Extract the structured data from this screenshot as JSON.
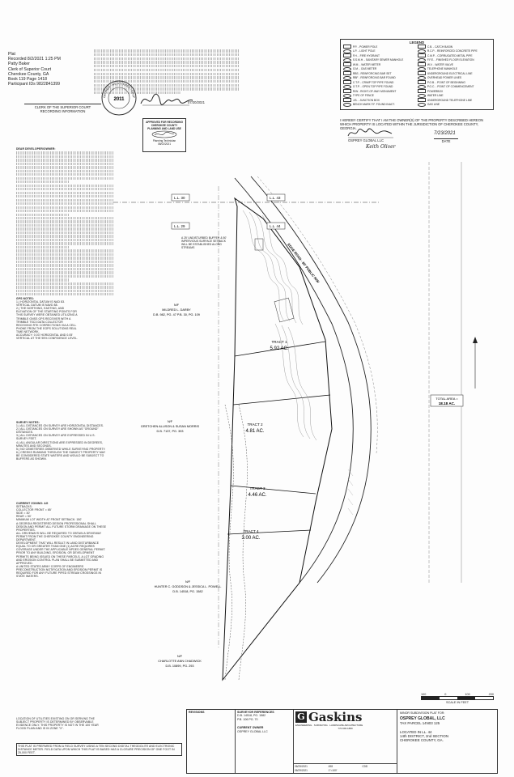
{
  "recording": {
    "lines": [
      "Plat",
      "Recorded 8/2/2021 1:25 PM",
      "Patty Baker",
      "Clerk of Superior Court",
      "Cherokee County, GA",
      "Book 119 Page 1418",
      "Participant IDs 9822841399"
    ]
  },
  "seal": {
    "text": "GEORGIA · REGISTERED · PROFESSIONAL LAND SURVEYOR",
    "number": "2011"
  },
  "signature_date": "07/20/2021",
  "clerk_caption": [
    "CLERK OF THE SUPERIOR COURT",
    "RECORDING INFORMATION"
  ],
  "approval_box": {
    "title": "APPROVED FOR RECORDING CHEROKEE COUNTY PLANNING AND LAND USE",
    "name": "Planning Technician",
    "date": "08/02/2021"
  },
  "owner_cert": {
    "text": "I HEREBY CERTIFY THAT I AM THE OWNER(S) OF THE PROPERTY DESCRIBED HEREON WHICH PROPERTY IS LOCATED WITHIN THE JURISDICTION OF CHEROKEE COUNTY, GEORGIA.",
    "owner": "OSPREY GLOBAL LLC",
    "printed_name": "Keith Oliver",
    "date": "7/23/2021",
    "date_label": "DATE"
  },
  "legend": {
    "title": "LEGEND",
    "rows": [
      [
        "P.P. - POWER POLE",
        "C.B. - CATCH BASIN"
      ],
      [
        "L.P. - LIGHT POLE",
        "R.C.P. - REINFORCED CONCRETE PIPE"
      ],
      [
        "F.H. - FIRE HYDRANT",
        "C.M.P. - CORRUGATED METAL PIPE"
      ],
      [
        "S.S.M.H. - SANITARY SEWER MANHOLE",
        "F.F.E. - FINISHED FLOOR ELEVATION"
      ],
      [
        "W.M. - WATER METER",
        "W.V. - WATER VALVE"
      ],
      [
        "G.M. - GAS METER",
        "TELEPHONE MANHOLE"
      ],
      [
        "RBS - REINFORCING BAR SET",
        "UNDERGROUND ELECTRICAL LINE"
      ],
      [
        "RBF - REINFORCING BAR FOUND",
        "OVERHEAD POWER LINES"
      ],
      [
        "C.T.P. - CRIMP TOP PIPE FOUND",
        "P.O.B. - POINT OF BEGINNING"
      ],
      [
        "O.T.P. - OPEN TOP PIPE FOUND",
        "P.O.C. - POINT OF COMMENCEMENT"
      ],
      [
        "R/W - RIGHT-OF-WAY MONUMENT",
        "POWERBOX"
      ],
      [
        "TYPE OF FENCE",
        "WATER LINE"
      ],
      [
        "J.B. - JUNCTION BOX",
        "UNDERGROUND TELEPHONE LINE"
      ],
      [
        "BENCH MARK F.F. FOUND INACT.",
        "GAS LINE"
      ]
    ]
  },
  "notes": {
    "fire_marshal_heading": "DEAR DEVELOPER/OWNER:",
    "gps_heading": "GPS NOTES:",
    "gps": [
      "1.) HORIZONTAL DATUM IS NAD 83.",
      "VERTICAL DATUM IS NAVD 88.",
      "2.) THE NORTHING, EASTING, AND ELEVATION OF THE STARTING POINTS FOR THIS SURVEY WERE OBTAINED UTILIZING A TRIMBLE GNSS GPS RECEIVER WITH A TRIMBLE TSC3 DATA COLLECTOR RECEIVING RTK CORRECTIONS VIA A CELL PHONE FROM THE EGPS SOLUTIONS REAL TIME NETWORK.",
      "ACCURACY: 0.03' HORIZONTAL AND 0.05' VERTICAL AT THE 95% CONFIDENCE LEVEL."
    ],
    "survey_heading": "SURVEY NOTES:",
    "survey": [
      "1.) ALL DISTANCES ON SURVEY ARE HORIZONTAL DISTANCES.",
      "2.) ALL DISTANCES ON SURVEY ARE SHOWN AS \"GROUND\" DISTANCES.",
      "3.) ALL DISTANCES ON SURVEY ARE EXPRESSED IN U.S. SURVEY FEET.",
      "4.) ALL ANGULAR DIRECTIONS ARE EXPRESSED IN DEGREES, MINUTES AND SECONDS.",
      "5.) NO CEMETERIES OBSERVED WHILE SURVEYING PROPERTY.",
      "6.) CREEKS RUNNING THROUGH THE SUBJECT PROPERTY MAY BE CONSIDERED STATE WATERS AND WOULD BE SUBJECT TO BUFFERS AS SHOWN."
    ],
    "zoning_heading": "CURRENT ZONING: AG",
    "zoning": [
      "SETBACKS:",
      "COLLECTOR FRONT = 65'",
      "SIDE = 30'",
      "REAR = 50'",
      "MINIMUM LOT WIDTH AT FRONT SETBACK: 150'",
      "A GEORGIA REGISTERED DESIGN PROFESSIONAL SHALL DESIGN AND PERMIT ALL FUTURE STORM DRAINAGE ON THESE PROPERTIES.",
      "ALL DRIVEWAYS WILL BE REQUIRED TO OBTAIN A DRIVEWAY PERMIT FROM THE CHEROKEE COUNTY ENGINEERING DEPARTMENT.",
      "DEVELOPMENT THAT WILL RESULT IN LAND DISTURBANCE EQUAL TO OR GREATER THAN ONE (1) ACRE REQUIRES COVERAGE UNDER THE APPLICABLE NPDES GENERAL PERMIT.",
      "PRIOR TO ANY BUILDING, EROSION, OR DEVELOPMENT PERMITS BEING ISSUED ON THESE PARCELS, A LOT GRADING AND EROSION CONTROL PLAN SHALL BE SUBMITTED AND APPROVED.",
      "A UNITED STATES ARMY CORPS OF ENGINEERS PRECONSTRUCTION NOTIFICATION AND EROSION PERMIT IS REQUIRED FOR ANY FUTURE PIPED STREAM CROSSINGS IN STATE WATERS."
    ],
    "flood": "LOCATION OF UTILITIES EXISTING ON OR SERVING THE SUBJECT PROPERTY IS DETERMINED BY OBSERVABLE EVIDENCE ONLY. THIS PROPERTY IS NOT IN THE 100 YEAR FLOOD PLAIN AND IS IN ZONE \"X\".",
    "plat_statement": "THIS PLAT IS PREPARED FROM A FIELD SURVEY USING A TEN SECOND DIGITAL THEODOLITE AND ELECTRONIC DISTANCE METER. FIELD DATA UPON WHICH THIS PLAT IS BASED HAS A CLOSURE PRECISION OF ONE FOOT IN 25,000 FEET."
  },
  "map": {
    "road": "EDGE ROAD · 80' PUBLIC R/W",
    "tracts": [
      {
        "name": "TRACT 1",
        "area": "5.92 AC."
      },
      {
        "name": "TRACT 2",
        "area": "4.81 AC."
      },
      {
        "name": "TRACT 3",
        "area": "4.46 AC."
      },
      {
        "name": "TRACT 4",
        "area": "3.00 AC."
      }
    ],
    "total_area_label": "TOTAL AREA =",
    "total_area": "18.18 AC.",
    "owners": [
      {
        "label": "N/F",
        "name": "MILDRED L. DARBY",
        "ref": "D.B. 982, PG. 47 P.B. 30, PG. 109"
      },
      {
        "label": "N/F",
        "name": "GRETCHEN ALLISON & SUSAN MORRIS",
        "ref": "D.B. 7137, PG. 393"
      },
      {
        "label": "N/F",
        "name": "HUNTER C. GODDSON & JESSICA L. POWELL",
        "ref": "D.B. 14518, PG. 1582"
      },
      {
        "label": "N/F",
        "name": "CHARLOTTE ANN CHADWICK",
        "ref": "D.B. 10899, PG. 293"
      }
    ],
    "land_lots": [
      "L.L. 30",
      "L.L. 43",
      "L.L. 29",
      "L.L. 44"
    ],
    "stream_note": "A 25' UNDISTURBED BUFFER & 50' IMPERVIOUS SURFACE SETBACK WILL BE ESTABLISHED ALONG STREAMS"
  },
  "scale": {
    "ticks": [
      "100",
      "0",
      "100",
      "200"
    ],
    "label": "SCALE IN FEET"
  },
  "title_block": {
    "firm": "Gaskins",
    "firm_tagline": "ENGINEERING · SURVEYING · LANDSCAPE ARCHITECTURE",
    "firm_phone": "770.993.1880",
    "survey_refs_heading": "SURVEYOR REFERENCES",
    "survey_refs": [
      "D.B. 14518, PG. 1582",
      "P.B. 106 PG. 70"
    ],
    "owner_heading": "CURRENT OWNER",
    "owner_name": "OSPREY GLOBAL LLC",
    "revisions_label": "REVISIONS",
    "field_date": "06/25/2021",
    "office_date": "06/29/2021",
    "job_no": "498",
    "scale": "1\"=100'",
    "drawn_by": "CDD",
    "plat_type": "MINOR SUBDIVISION PLAT FOR:",
    "client": "OSPREY GLOBAL, LLC",
    "tax_parcel": "TAX PARCEL 14N03 125",
    "location": [
      "LOCATED IN LL. 44",
      "14th DISTRICT, 2nd SECTION",
      "CHEROKEE COUNTY, GA."
    ]
  }
}
